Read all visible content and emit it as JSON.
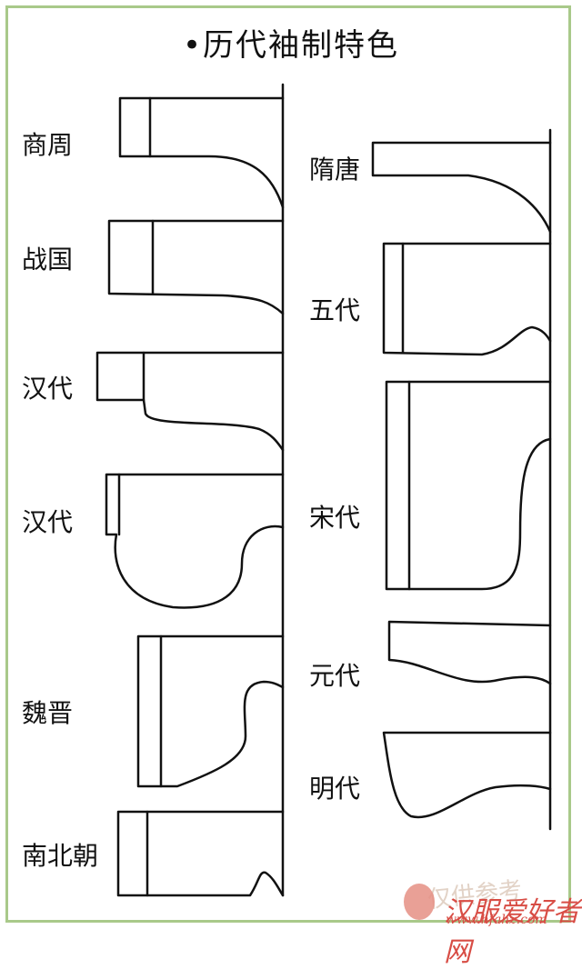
{
  "title": "•历代袖制特色",
  "left_labels": [
    "商周",
    "战国",
    "汉代",
    "汉代",
    "魏晋",
    "南北朝"
  ],
  "right_labels": [
    "隋唐",
    "五代",
    "宋代",
    "元代",
    "明代"
  ],
  "note": "仅供参考",
  "watermark": {
    "text": "汉服爱好者网",
    "site": "www.hfahz.com"
  },
  "colors": {
    "frame": "#a9c98a",
    "line": "#111111",
    "watermark": "#d84d45"
  }
}
